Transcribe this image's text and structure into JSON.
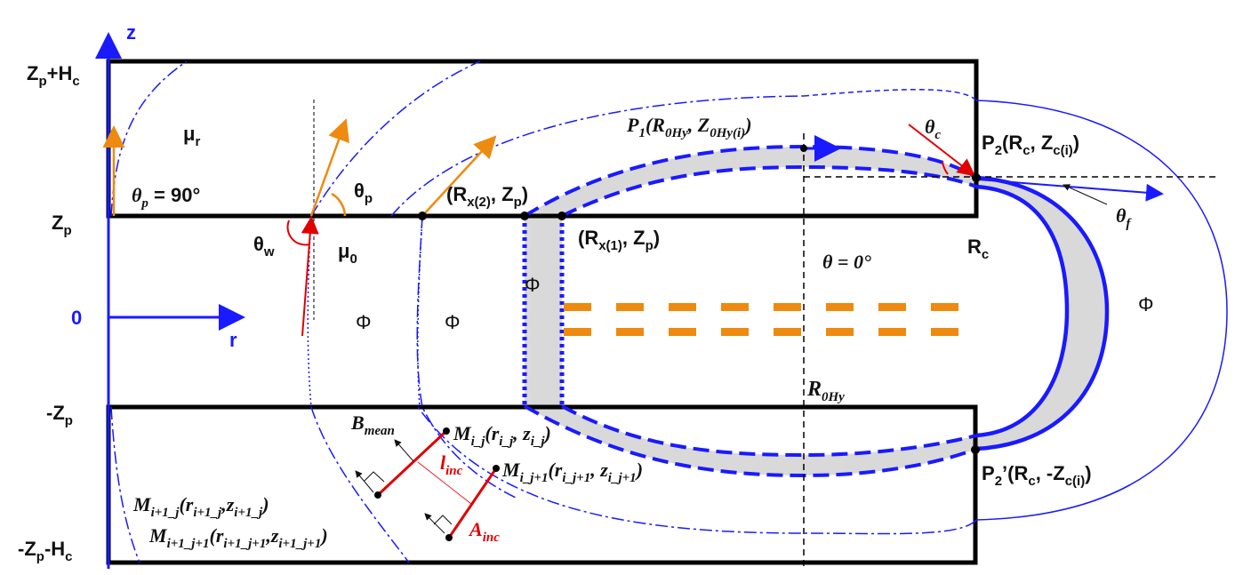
{
  "axes": {
    "z": "z",
    "r": "r",
    "origin": "0"
  },
  "z_levels": {
    "top": {
      "main": "Z",
      "sub": "p",
      "plus": "+H",
      "sub2": "c"
    },
    "zp": {
      "main": "Z",
      "sub": "p"
    },
    "neg_zp": {
      "main": "-Z",
      "sub": "p"
    },
    "bottom": {
      "main": "-Z",
      "sub": "p",
      "minus": "-H",
      "sub2": "c"
    }
  },
  "labels": {
    "mu_r": {
      "main": "μ",
      "sub": "r"
    },
    "mu_0": {
      "main": "μ",
      "sub": "0"
    },
    "theta_p90": {
      "main": "θ",
      "sub": "p",
      "rest": " = 90°"
    },
    "theta_p": {
      "main": "θ",
      "sub": "p"
    },
    "theta_w": {
      "main": "θ",
      "sub": "w"
    },
    "theta_0": "θ = 0°",
    "theta_c": {
      "main": "θ",
      "sub": "c"
    },
    "theta_f": {
      "main": "θ",
      "sub": "f"
    },
    "phi": "Φ",
    "rx2": {
      "a": "(R",
      "sub": "x(2)",
      "b": ", Z",
      "sub2": "p",
      "c": ")"
    },
    "rx1": {
      "a": "(R",
      "sub": "x(1)",
      "b": ", Z",
      "sub2": "p",
      "c": ")"
    },
    "p1": {
      "a": "P",
      "sub": "1",
      "b": "(R",
      "sub2": "0Hy",
      "c": ", Z",
      "sub3": "0Hy(i)",
      "d": ")"
    },
    "p2": {
      "a": "P",
      "sub": "2",
      "b": "(R",
      "sub2": "c",
      "c": ", Z",
      "sub3": "c(i)",
      "d": ")"
    },
    "p2p": {
      "a": "P",
      "sub": "2",
      "b": "’(R",
      "sub2": "c",
      "c": ", -Z",
      "sub3": "c(i)",
      "d": ")"
    },
    "rc": {
      "main": "R",
      "sub": "c"
    },
    "r0hy": {
      "main": "R",
      "sub": "0Hy"
    },
    "bmean": {
      "main": "B",
      "sub": "mean"
    },
    "linc": {
      "main": "l",
      "sub": "inc"
    },
    "ainc": {
      "main": "A",
      "sub": "inc"
    },
    "mij": {
      "a": "M",
      "sub": "i_j",
      "b": "(r",
      "sub2": "i_j",
      "c": ", z",
      "sub3": "i_j",
      "d": ")"
    },
    "mij1": {
      "a": "M",
      "sub": "i_j+1",
      "b": "(r",
      "sub2": "i_j+1",
      "c": ", z",
      "sub3": "i_j+1",
      "d": ")"
    },
    "mi1j": {
      "a": "M",
      "sub": "i+1_j",
      "b": "(r",
      "sub2": "i+1_j",
      "c": ",z",
      "sub3": "i+1_j",
      "d": ")"
    },
    "mi1j1": {
      "a": "M",
      "sub": "i+1_j+1",
      "b": "(r",
      "sub2": "i+1_j+1",
      "c": ",z",
      "sub3": "i+1_j+1",
      "d": ")"
    }
  },
  "colors": {
    "axis": "#1a1aff",
    "field": "#1a1aff",
    "band": "#d9d9d9",
    "vector": "#ee8a10",
    "accent": "#e00000"
  }
}
